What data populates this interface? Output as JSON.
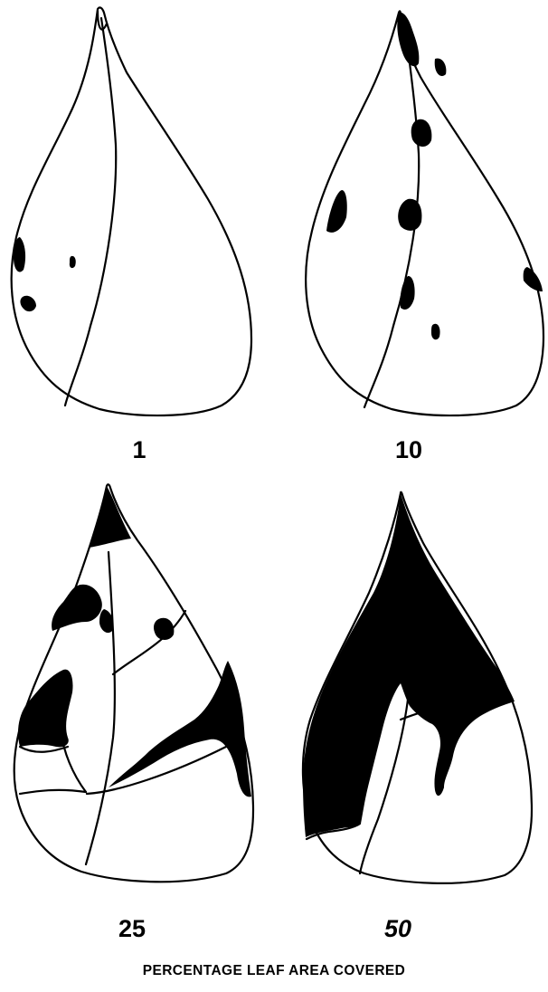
{
  "leaves": [
    {
      "label": "1",
      "italic": false
    },
    {
      "label": "10",
      "italic": false
    },
    {
      "label": "25",
      "italic": false
    },
    {
      "label": "50",
      "italic": true
    }
  ],
  "caption": "PERCENTAGE LEAF AREA COVERED",
  "colors": {
    "ink": "#000000",
    "background": "#ffffff"
  }
}
